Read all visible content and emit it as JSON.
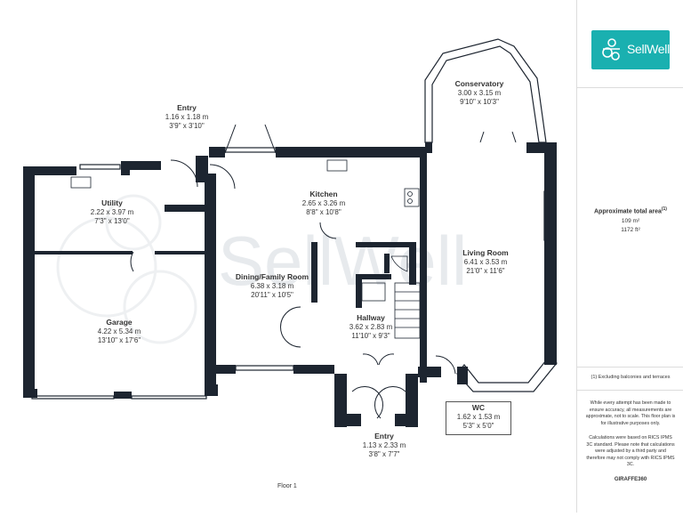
{
  "brand": {
    "name": "SellWell",
    "accent_color": "#1ab0b0",
    "wall_color": "#1d2530",
    "logo_icon": "sellwell-knot-icon"
  },
  "rooms": {
    "conservatory": {
      "name": "Conservatory",
      "metric": "3.00 x 3.15 m",
      "imperial": "9'10\" x 10'3\""
    },
    "entry_top": {
      "name": "Entry",
      "metric": "1.16 x 1.18 m",
      "imperial": "3'9\" x 3'10\""
    },
    "kitchen": {
      "name": "Kitchen",
      "metric": "2.65 x 3.26 m",
      "imperial": "8'8\" x 10'8\""
    },
    "utility": {
      "name": "Utility",
      "metric": "2.22 x 3.97 m",
      "imperial": "7'3\" x 13'0\""
    },
    "living_room": {
      "name": "Living Room",
      "metric": "6.41 x 3.53 m",
      "imperial": "21'0\" x 11'6\""
    },
    "dining": {
      "name": "Dining/Family Room",
      "metric": "6.38 x 3.18 m",
      "imperial": "20'11\" x 10'5\""
    },
    "garage": {
      "name": "Garage",
      "metric": "4.22 x 5.34 m",
      "imperial": "13'10\" x 17'6\""
    },
    "hallway": {
      "name": "Hallway",
      "metric": "3.62 x 2.83 m",
      "imperial": "11'10\" x 9'3\""
    },
    "wc": {
      "name": "WC",
      "metric": "1.62 x 1.53 m",
      "imperial": "5'3\" x 5'0\""
    },
    "entry_bottom": {
      "name": "Entry",
      "metric": "1.13 x 2.33 m",
      "imperial": "3'8\" x 7'7\""
    }
  },
  "floor_label": "Floor 1",
  "sidebar": {
    "area_title": "Approximate total area",
    "area_sup": "(1)",
    "area_metric": "109 m²",
    "area_imperial": "1172 ft²",
    "note_excluding": "(1) Excluding balconies and terraces",
    "disclaimer": "While every attempt has been made to ensure accuracy, all measurements are approximate, not to scale. This floor plan is for illustrative purposes only.",
    "calculations": "Calculations were based on RICS IPMS 3C standard. Please note that calculations were adjusted by a third party and therefore may not comply with RICS IPMS 3C.",
    "credit": "GIRAFFE360"
  }
}
